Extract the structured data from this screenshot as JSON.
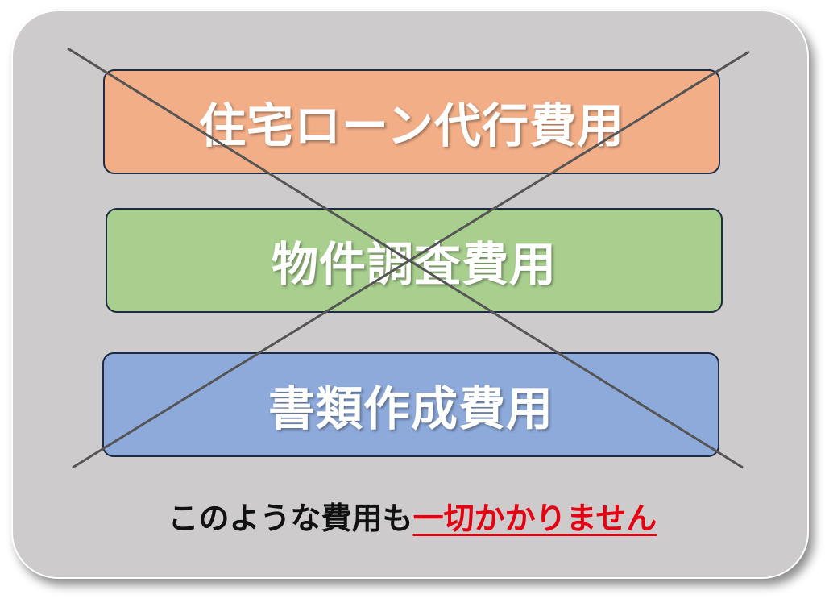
{
  "fees": [
    {
      "label": "住宅ローン代行費用",
      "color": "#f2ae87"
    },
    {
      "label": "物件調査費用",
      "color": "#a8cf8e"
    },
    {
      "label": "書類作成費用",
      "color": "#8eaadb"
    }
  ],
  "note": {
    "prefix": "このような費用も",
    "emphasis": "一切かかりません",
    "emphasis_color": "#e60012"
  },
  "cross_icon": "x-mark"
}
